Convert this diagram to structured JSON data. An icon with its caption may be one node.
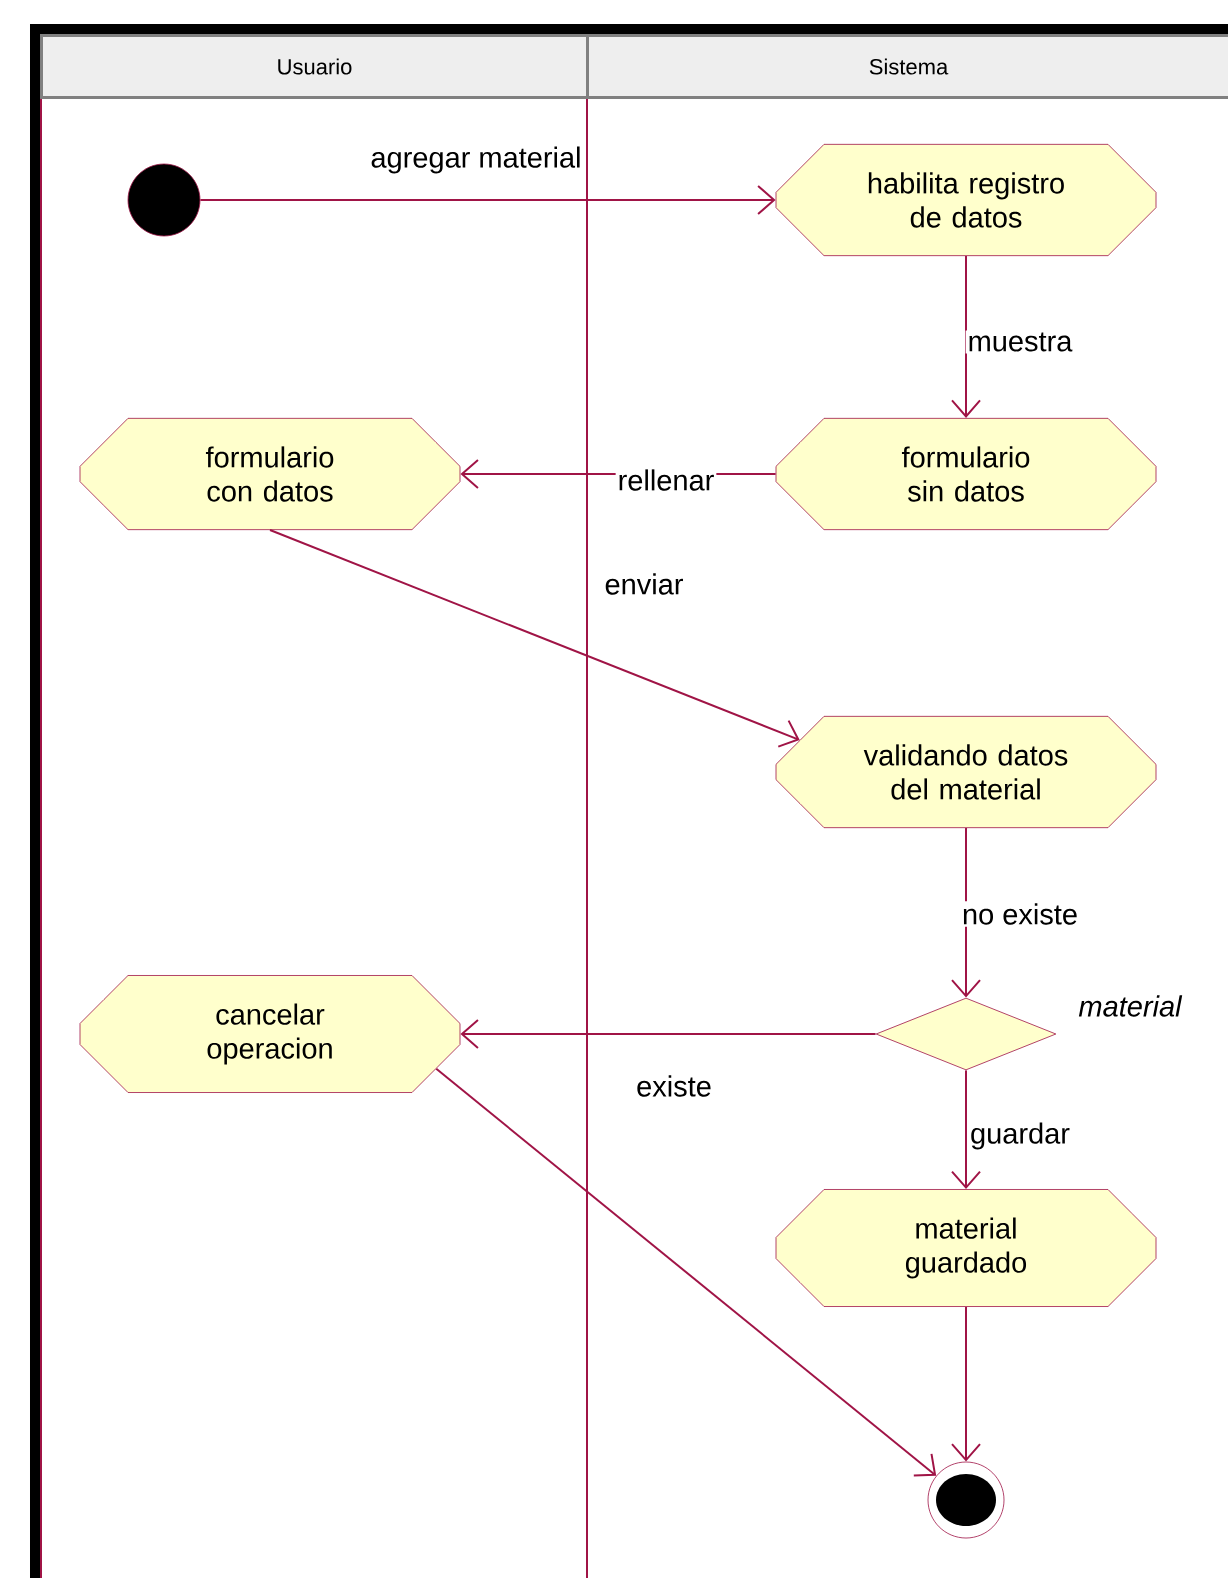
{
  "diagram": {
    "nodes": [
      {
        "text": [
          "Usuario"
        ]
      },
      {
        "text": [
          "Sistema"
        ]
      },
      {
        "text": [],
        "shape": "circle",
        "in": 0
      },
      {
        "text": [
          "habilita registro de datos"
        ],
        "in": 1
      },
      {
        "text": [
          "formulario con datos"
        ],
        "in": 0
      },
      {
        "text": [
          "formulario sin datos"
        ],
        "in": 1
      },
      {
        "text": [
          "validando datos del material"
        ],
        "in": 1
      },
      {
        "text": [
          "cancelar operacion"
        ],
        "in": 0
      },
      {
        "text": [],
        "shape": "diamond",
        "beside": [
          "material"
        ],
        "in": 1
      },
      {
        "text": [
          "material guardado"
        ],
        "in": 1
      },
      {
        "text": [],
        "shape": "circle",
        "in": 1
      }
    ],
    "edges": [
      {
        "from": 2,
        "to": 3,
        "arrow": "to",
        "label": "agregar material"
      },
      {
        "from": 3,
        "to": 5,
        "arrow": "to",
        "label": "muestra"
      },
      {
        "from": 5,
        "to": 4,
        "arrow": "to",
        "label": "rellenar"
      },
      {
        "from": 4,
        "to": 6,
        "arrow": "to",
        "label": "enviar"
      },
      {
        "from": 6,
        "to": 8,
        "arrow": "to",
        "label": "no existe"
      },
      {
        "from": 8,
        "to": 7,
        "arrow": "to",
        "label": "existe"
      },
      {
        "from": 8,
        "to": 9,
        "arrow": "to",
        "label": "guardar"
      },
      {
        "from": 9,
        "to": 10,
        "arrow": "to"
      },
      {
        "from": 7,
        "to": 10,
        "arrow": "to"
      }
    ]
  }
}
